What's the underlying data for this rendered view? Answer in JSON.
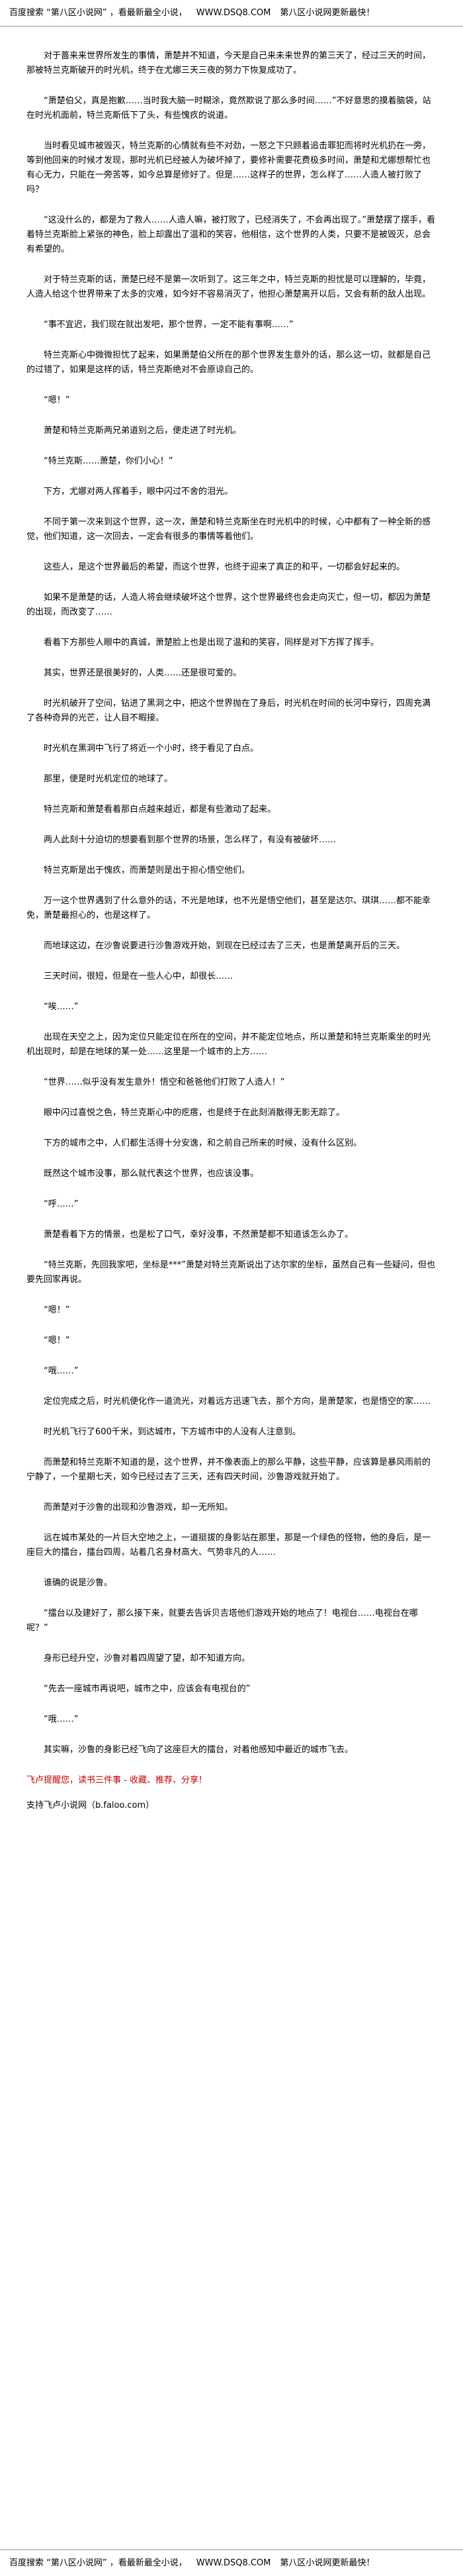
{
  "header": {
    "site_part1": "百度搜索 “第八区小说网” ，看最新最全小说，",
    "site_url": "WWW.DSQ8.COM",
    "site_part2": "第八区小说网更新最快！"
  },
  "content": {
    "paragraphs": [
      "对于蔷来来世界所发生的事情，萧楚并不知道，今天是自己来未来世界的第三天了，经过三天的时间，那被特兰克斯破开的时光机，终于在尤娜三天三夜的努力下恢复成功了。",
      "“萧楚伯父，真是抱歉……当时我大脑一时糊涂，竟然欺说了那么多时间……”不好意思的摸着脑袋，站在时光机面前，特兰克斯低下了头，有些愧疚的说道。",
      "当时看见城市被毁灭，特兰克斯的心情就有些不对劲，一怒之下只顾着追击罪犯而将时光机扔在一旁，等到他回来的时候才发现，那时光机已经被人为破坏掉了，要修补需要花费极多时间，萧楚和尤娜想帮忙也有心无力，只能在一旁苦等，如今总算是修好了。但是……这样子的世界，怎么样了……人造人被打败了吗？",
      "“这没什么的，都是为了救人……人造人嘛，被打败了，已经消失了，不会再出现了。”萧楚摆了摆手，看着特兰克斯脸上紧张的神色，脸上却露出了温和的笑容，他相信，这个世界的人类，只要不是被毁灭，总会有希望的。",
      "对于特兰克斯的话，萧楚已经不是第一次听到了。这三年之中，特兰克斯的担忧是可以理解的，毕竟，人造人给这个世界带来了太多的灾难，如今好不容易消灭了，他担心萧楚离开以后，又会有新的敌人出现。",
      "“事不宜迟，我们现在就出发吧，那个世界，一定不能有事啊……”",
      "特兰克斯心中微微担忧了起来，如果萧楚伯父所在的那个世界发生意外的话，那么这一切，就都是自己的过错了，如果是这样的话，特兰克斯绝对不会原谅自己的。",
      "“嗯！”",
      "萧楚和特兰克斯两兄弟道别之后，便走进了时光机。",
      "“特兰克斯……萧楚，你们小心！”",
      "下方，尤娜对两人挥着手，眼中闪过不舍的泪光。",
      "不同于第一次来到这个世界，这一次，萧楚和特兰克斯坐在时光机中的时候，心中都有了一种全新的感觉，他们知道，这一次回去，一定会有很多的事情等着他们。",
      "这些人，是这个世界最后的希望，而这个世界，也终于迎来了真正的和平，一切都会好起来的。",
      "如果不是萧楚的话，人造人将会继续破坏这个世界，这个世界最终也会走向灭亡，但一切，都因为萧楚的出现，而改变了……",
      "看着下方那些人眼中的真诚，萧楚脸上也是出现了温和的笑容，同样是对下方挥了挥手。",
      "其实，世界还是很美好的，人类……还是很可爱的。",
      "时光机破开了空间，钻进了黑洞之中，把这个世界抛在了身后，时光机在时间的长河中穿行，四周充满了各种奇异的光芒，让人目不暇接。",
      "时光机在黑洞中飞行了将近一个小时，终于看见了白点。",
      "那里，便是时光机定位的地球了。",
      "特兰克斯和萧楚看着那白点越来越近，都是有些激动了起来。",
      "两人此刻十分迫切的想要看到那个世界的场景，怎么样了，有没有被破坏……",
      "特兰克斯是出于愧疚，而萧楚则是出于担心悟空他们。",
      "万一这个世界遇到了什么意外的话，不光是地球，也不光是悟空他们，甚至是达尔、琪琪……都不能幸免，萧楚最担心的，也是这样了。",
      "而地球这边，在沙鲁说要进行沙鲁游戏开始，到现在已经过去了三天，也是萧楚离开后的三天。",
      "三天时间，很短，但是在一些人心中，却很长……",
      "“唉……”",
      "出现在天空之上，因为定位只能定位在所在的空间，并不能定位地点，所以萧楚和特兰克斯乘坐的时光机出现时，却是在地球的某一处……这里是一个城市的上方……",
      "“世界……似乎没有发生意外！悟空和爸爸他们打败了人造人！”",
      "眼中闪过喜悦之色，特兰克斯心中的疙瘩，也是终于在此刻消散得无影无踪了。",
      "下方的城市之中，人们都生活得十分安逸，和之前自己所来的时候，没有什么区别。",
      "既然这个城市没事，那么就代表这个世界，也应该没事。",
      "“呼……”",
      "萧楚看着下方的情景，也是松了口气，幸好没事，不然萧楚都不知道该怎么办了。",
      "“特兰克斯，先回我家吧，坐标是***”萧楚对特兰克斯说出了达尔家的坐标，虽然自己有一些疑问，但也要先回家再说。",
      "“嗯！”",
      "“嗯！”",
      "“哦……”",
      "定位完成之后，时光机便化作一道流光，对着远方迅速飞去，那个方向，是萧楚家，也是悟空的家……",
      "时光机飞行了600千米，到达城市，下方城市中的人没有人注意到。",
      "而萧楚和特兰克斯不知道的是，这个世界，并不像表面上的那么平静，这些平静，应该算是暴风雨前的宁静了，一个星期七天，如今已经过去了三天，还有四天时间，沙鲁游戏就开始了。",
      "而萧楚对于沙鲁的出现和沙鲁游戏，却一无所知。",
      "远在城市某处的一片巨大空地之上，一道挺拔的身影站在那里，那是一个绿色的怪物，他的身后，是一座巨大的擂台，擂台四周，站着几名身材高大、气势非凡的人……",
      "谁确的说是沙鲁。",
      "“擂台以及建好了，那么接下来，就要去告诉贝吉塔他们游戏开始的地点了！电视台……电视台在哪呢？”",
      "身形已经升空，沙鲁对着四周望了望，却不知道方向。",
      "“先去一座城市再说吧，城市之中，应该会有电视台的”",
      "“哦……”",
      "其实嘛，沙鲁的身影已经飞向了这座巨大的擂台，对着他感知中最近的城市飞去。"
    ],
    "closing_line": "飞卢提醒您，读书三件事 - 收藏、推荐、分享！",
    "support_line": "支持飞卢小说网（b.faloo.com）"
  },
  "footer": {
    "site_part1": "百度搜索 “第八区小说网” ，看最新最全小说，",
    "site_url": "WWW.DSQ8.COM",
    "site_part2": "第八区小说网更新最快！"
  }
}
